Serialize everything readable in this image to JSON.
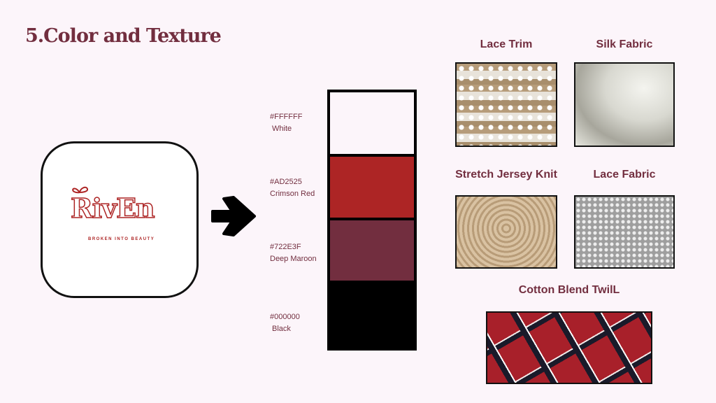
{
  "title": "5.Color and Texture",
  "logo": {
    "wordmark": "RivEn",
    "tagline": "BROKEN INTO BEAUTY"
  },
  "palette": [
    {
      "hex": "#FFFFFF",
      "name": "White",
      "color": "#FFFFFF"
    },
    {
      "hex": "#AD2525",
      "name": "Crimson Red",
      "color": "#AD2525"
    },
    {
      "hex": "#722E3F",
      "name": "Deep Maroon",
      "color": "#722E3F"
    },
    {
      "hex": "#000000",
      "name": "Black",
      "color": "#000000"
    }
  ],
  "textures": {
    "lace_trim": "Lace Trim",
    "silk": "Silk Fabric",
    "jersey": "Stretch Jersey Knit",
    "lace_fabric": "Lace Fabric",
    "cotton": "Cotton Blend TwilL"
  }
}
